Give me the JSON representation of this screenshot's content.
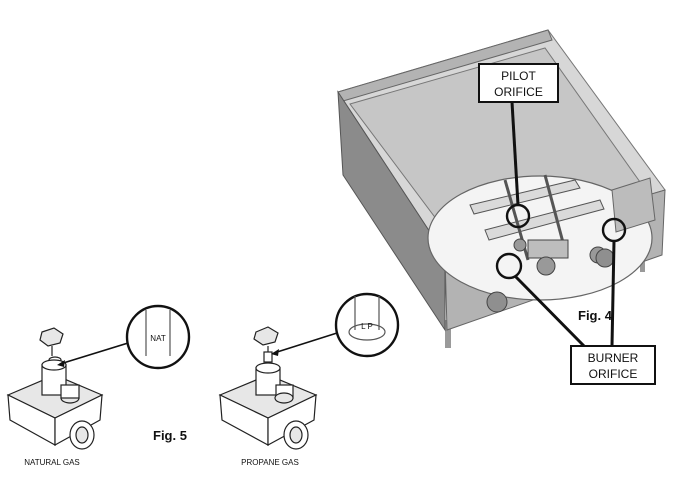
{
  "fig4": {
    "label": "Fig. 4",
    "callout_pilot": {
      "line1": "PILOT",
      "line2": "ORIFICE"
    },
    "callout_burner": {
      "line1": "BURNER",
      "line2": "ORIFICE"
    }
  },
  "fig5": {
    "label": "Fig. 5",
    "natural": {
      "caption": "NATURAL GAS",
      "tag": "NAT"
    },
    "propane": {
      "caption": "PROPANE GAS",
      "tag": "L P"
    }
  }
}
